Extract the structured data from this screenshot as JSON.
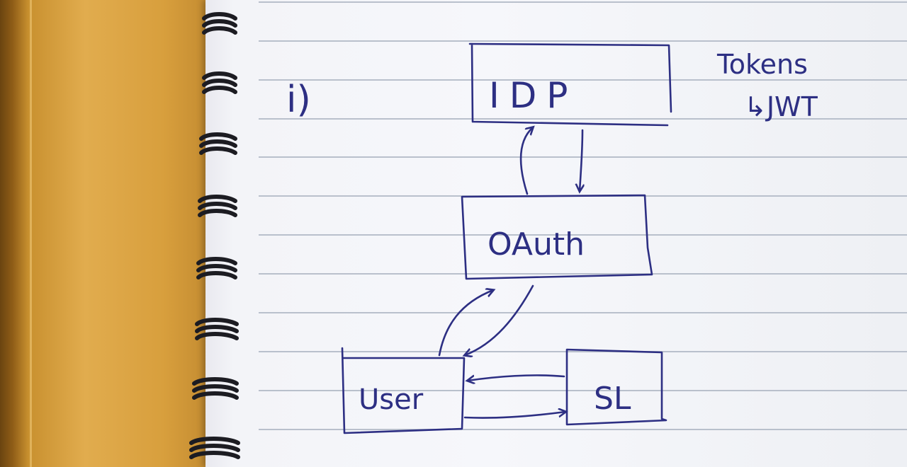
{
  "notebook": {
    "item_number": "i)",
    "note_title": "Tokens",
    "note_sub": "↳JWT"
  },
  "diagram": {
    "nodes": {
      "idp": "IDP",
      "oauth": "OAuth",
      "user": "User",
      "sl": "SL"
    },
    "edges": [
      {
        "from": "oauth",
        "to": "idp"
      },
      {
        "from": "idp",
        "to": "oauth"
      },
      {
        "from": "user",
        "to": "oauth"
      },
      {
        "from": "oauth",
        "to": "user"
      },
      {
        "from": "sl",
        "to": "user"
      },
      {
        "from": "user",
        "to": "sl"
      }
    ]
  },
  "colors": {
    "ink": "#2d2f83",
    "paper": "#f5f6fa",
    "cover": "#d9a040",
    "rule_lines": "#b9c0cc"
  }
}
